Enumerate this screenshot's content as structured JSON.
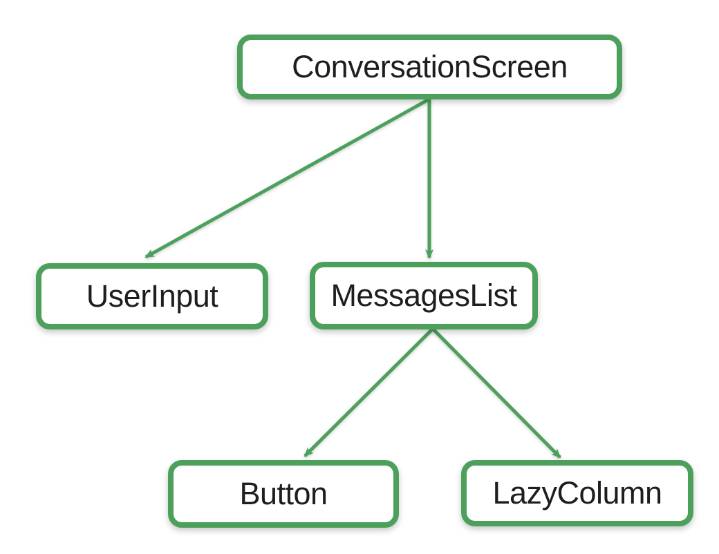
{
  "diagram": {
    "type": "component-tree",
    "colors": {
      "node_border": "#4CA05C",
      "arrow": "#4CA05C",
      "node_background": "#ffffff",
      "label_text": "#1e1e1e",
      "page_background": "#ffffff"
    },
    "nodes": [
      {
        "id": "conversation-screen",
        "label": "ConversationScreen"
      },
      {
        "id": "user-input",
        "label": "UserInput"
      },
      {
        "id": "messages-list",
        "label": "MessagesList"
      },
      {
        "id": "button",
        "label": "Button"
      },
      {
        "id": "lazy-column",
        "label": "LazyColumn"
      }
    ],
    "edges": [
      {
        "from": "ConversationScreen",
        "to": "UserInput"
      },
      {
        "from": "ConversationScreen",
        "to": "MessagesList"
      },
      {
        "from": "MessagesList",
        "to": "Button"
      },
      {
        "from": "MessagesList",
        "to": "LazyColumn"
      }
    ]
  }
}
